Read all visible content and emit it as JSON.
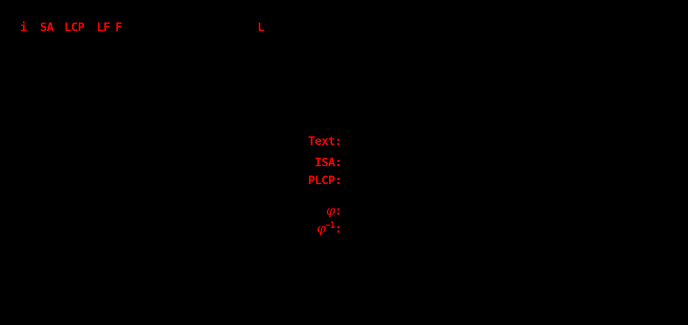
{
  "diagram": {
    "background_color": "#000000",
    "label_color": "#ff0000",
    "column_headers": [
      {
        "id": "index",
        "label": "i"
      },
      {
        "id": "sa",
        "label": "SA"
      },
      {
        "id": "lcp",
        "label": "LCP"
      },
      {
        "id": "lf",
        "label": "LF"
      },
      {
        "id": "f",
        "label": "F"
      },
      {
        "id": "l",
        "label": "L"
      }
    ],
    "row_labels": [
      {
        "id": "text",
        "label": "Text:"
      },
      {
        "id": "isa",
        "label": "ISA:"
      },
      {
        "id": "plcp",
        "label": "PLCP:"
      },
      {
        "id": "phi",
        "symbol": "φ",
        "suffix": ":"
      },
      {
        "id": "phi-inverse",
        "symbol": "φ",
        "exponent": "−1",
        "suffix": ":"
      }
    ]
  }
}
